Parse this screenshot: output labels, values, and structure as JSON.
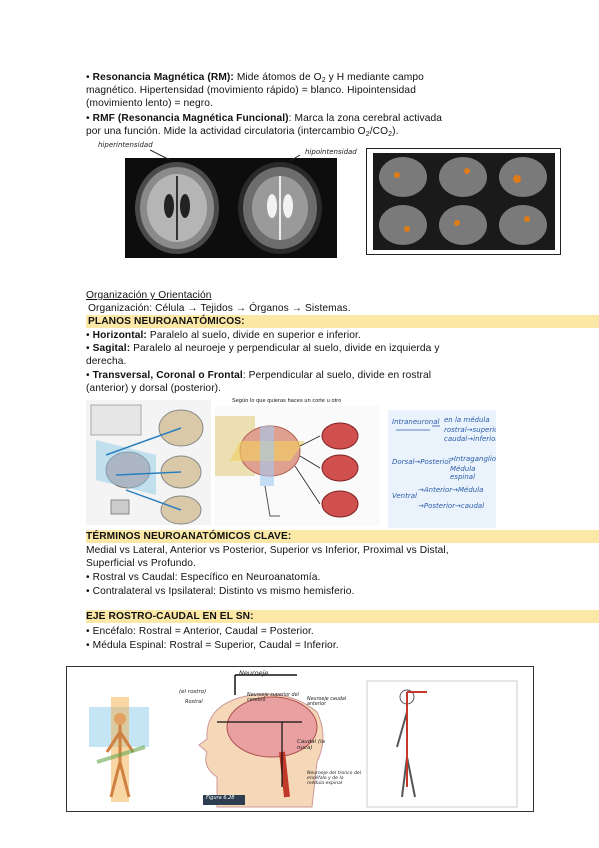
{
  "mri": {
    "rm_title": "Resonancia Magnética (RM):",
    "rm_text_1": " Mide átomos de O",
    "rm_sub_1": "2",
    "rm_text_2": " y H mediante campo",
    "rm_line2": "magnético. Hipertensidad (movimiento rápido) = blanco. Hipointensidad",
    "rm_line3": "(movimiento lento) = negro.",
    "rmf_title": "RMF (Resonancia Magnética Funcional)",
    "rmf_text_1": ": Marca la zona cerebral activada",
    "rmf_line2a": "por una función. Mide la actividad circulatoria (intercambio O",
    "rmf_sub_a": "2",
    "rmf_line2b": "/CO",
    "rmf_sub_b": "2",
    "rmf_line2c": ").",
    "label_hyper": "hiperintensidad",
    "label_hypo": "hipointensidad"
  },
  "organizacion": {
    "heading": "Organización y Orientación",
    "line": "Organización: Célula → Tejidos → Órganos → Sistemas."
  },
  "planos": {
    "heading": "PLANOS NEUROANATÓMICOS:",
    "horizontal_title": "Horizontal:",
    "horizontal_text": " Paralelo al suelo, divide en superior e inferior.",
    "sagital_title": "Sagital:",
    "sagital_text": " Paralelo al neuroeje y perpendicular al suelo, divide en izquierda y",
    "sagital_line2": "derecha.",
    "transversal_title": "Transversal, Coronal o Frontal",
    "transversal_text": ": Perpendicular al suelo, divide en rostral",
    "transversal_line2": "(anterior) y dorsal (posterior).",
    "figure_caption": "Según lo que quieras haces un corte u otro",
    "note_lines": [
      "Intraneuronal",
      "en la médula",
      "rostral→superior",
      "caudal→inferior",
      "Dorsal→Posterior",
      "→Intraganglio",
      "Médula espinal",
      "Ventral",
      "→Anterior→Médula",
      "→Posterior→caudal"
    ]
  },
  "terminos": {
    "heading": "TÉRMINOS NEUROANATÓMICOS CLAVE:",
    "line1": "Medial vs Lateral, Anterior vs Posterior, Superior vs Inferior, Proximal vs Distal,",
    "line2": "Superficial vs Profundo.",
    "line3": "Rostral vs Caudal: Específico en Neuroanatomía.",
    "line4": "Contralateral vs Ipsilateral: Distinto vs mismo hemisferio."
  },
  "eje": {
    "heading": "EJE ROSTRO-CAUDAL EN EL SN:",
    "line1": "Encéfalo: Rostral = Anterior, Caudal = Posterior.",
    "line2": "Médula Espinal: Rostral = Superior, Caudal = Inferior.",
    "labels": [
      "Neuroeje",
      "(el rostro)",
      "Rostral",
      "Neuroeje superior del cerebro",
      "Neuroeje caudal anterior",
      "Caudal (la nuca)",
      "Neuroeje del tronco del encéfalo y de la médula espinal",
      "Figura 6.28"
    ]
  },
  "colors": {
    "highlight": "#fbe7a6",
    "scan_bg": "#111111",
    "note_ink": "#2b5cab"
  }
}
